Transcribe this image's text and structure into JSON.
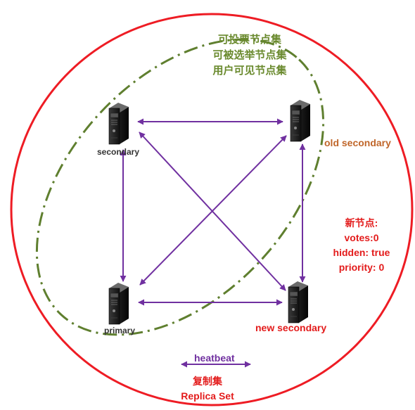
{
  "colors": {
    "replica_set_circle": "#ee1c24",
    "voting_group_outline": "#5f7f2f",
    "heartbeat": "#7030a0",
    "green_text": "#6a8a2e",
    "red_text": "#e31b1b",
    "orange_text": "#c0662a"
  },
  "voting_group": {
    "line1": "可投票节点集",
    "line2": "可被选举节点集",
    "line3": "用户可见节点集"
  },
  "nodes": {
    "top_left": {
      "label": "secondary",
      "icon": "server-icon"
    },
    "top_right": {
      "label": "old secondary",
      "icon": "server-icon"
    },
    "bottom_left": {
      "label": "primary",
      "icon": "server-icon"
    },
    "bottom_right": {
      "label": "new secondary",
      "icon": "server-icon"
    }
  },
  "new_node_config": {
    "title": "新节点:",
    "votes": "votes:0",
    "hidden": "hidden: true",
    "priority": "priority: 0"
  },
  "legend": {
    "heartbeat_label": "heatbeat"
  },
  "replica_set": {
    "label_cn": "复制集",
    "label_en": "Replica Set"
  }
}
